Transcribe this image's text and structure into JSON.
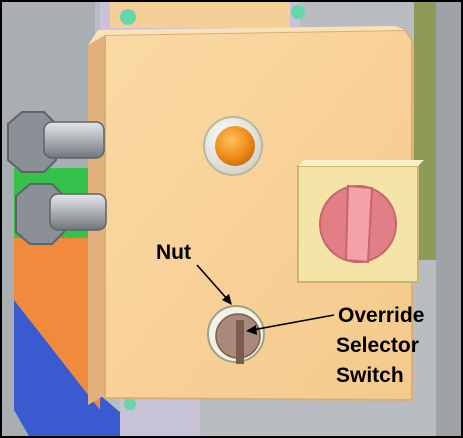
{
  "callouts": {
    "nut": "Nut",
    "switch_line1": "Override",
    "switch_line2": "Selector",
    "switch_line3": "Switch"
  },
  "components": {
    "indicator_light": {
      "color": "#f0901a"
    },
    "rotary_switch_knob": {
      "color": "#e98a8f"
    },
    "selector_switch": {
      "color": "#a98a7a"
    }
  },
  "colors": {
    "enclosure": "#f9d39a",
    "enclosure_side": "#e8b57e",
    "background_gray": "#b7bcc0",
    "green_panel": "#35c24a",
    "orange_frame": "#f08a3c",
    "blue_frame": "#3a5ad0"
  }
}
